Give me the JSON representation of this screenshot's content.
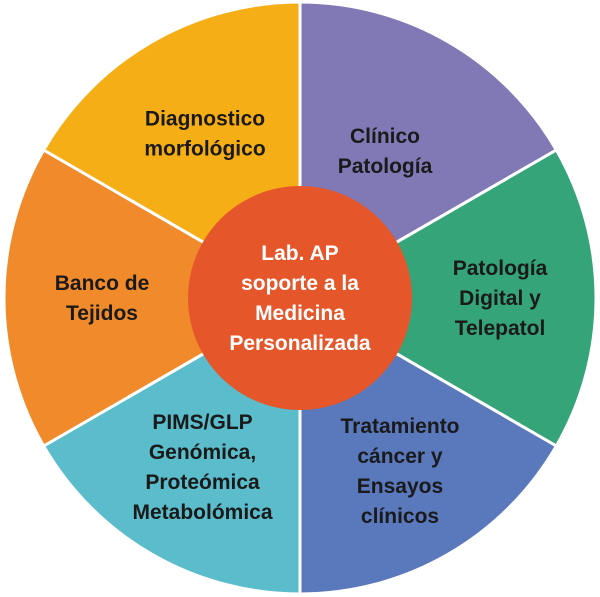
{
  "diagram": {
    "center": {
      "lines": [
        "Lab. AP",
        "soporte a la",
        "Medicina",
        "Personalizada"
      ],
      "color": "#E5562A"
    },
    "segments": [
      {
        "id": "clinico-patologia",
        "lines": [
          "Clínico",
          "Patología"
        ],
        "color": "#8079B5",
        "text_color": "#1a1a1a"
      },
      {
        "id": "patologia-digital",
        "lines": [
          "Patología",
          "Digital y",
          "Telepatol"
        ],
        "color": "#35A478",
        "text_color": "#1a1a1a"
      },
      {
        "id": "tratamiento-cancer",
        "lines": [
          "Tratamiento",
          "cáncer y",
          "Ensayos",
          "clínicos"
        ],
        "color": "#5A78BC",
        "text_color": "#1a1a1a"
      },
      {
        "id": "pims-glp",
        "lines": [
          "PIMS/GLP",
          "Genómica,",
          "Proteómica",
          "Metabolómica"
        ],
        "color": "#5BBCCB",
        "text_color": "#1a1a1a"
      },
      {
        "id": "banco-tejidos",
        "lines": [
          "Banco de",
          "Tejidos"
        ],
        "color": "#F08A2A",
        "text_color": "#1a1a1a"
      },
      {
        "id": "diagnostico-morfologico",
        "lines": [
          "Diagnostico",
          "morfológico"
        ],
        "color": "#F6AE16",
        "text_color": "#1a1a1a"
      }
    ]
  }
}
